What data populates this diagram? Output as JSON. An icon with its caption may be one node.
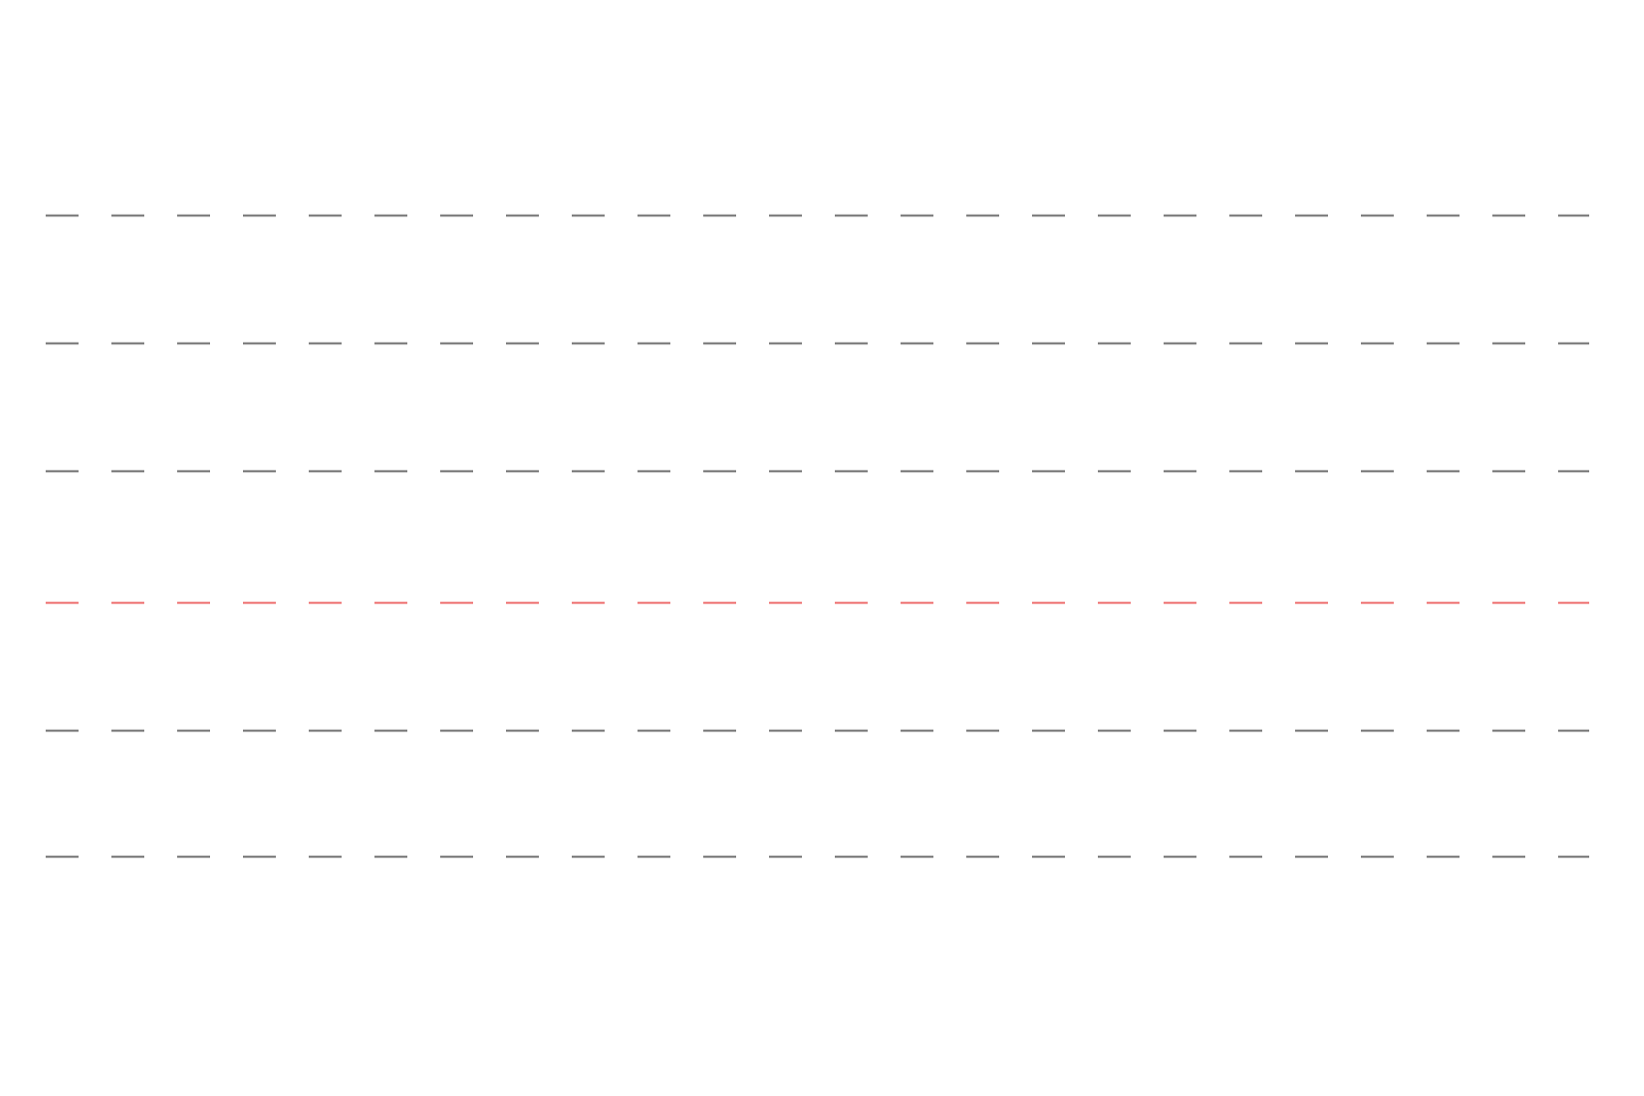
{
  "diagram": {
    "nodes": [
      {
        "text": [],
        "shape": "line"
      },
      {
        "text": [],
        "shape": "line"
      },
      {
        "text": [],
        "shape": "line"
      },
      {
        "text": [],
        "shape": "line"
      },
      {
        "text": [],
        "shape": "line"
      },
      {
        "text": [],
        "shape": "line"
      }
    ]
  }
}
